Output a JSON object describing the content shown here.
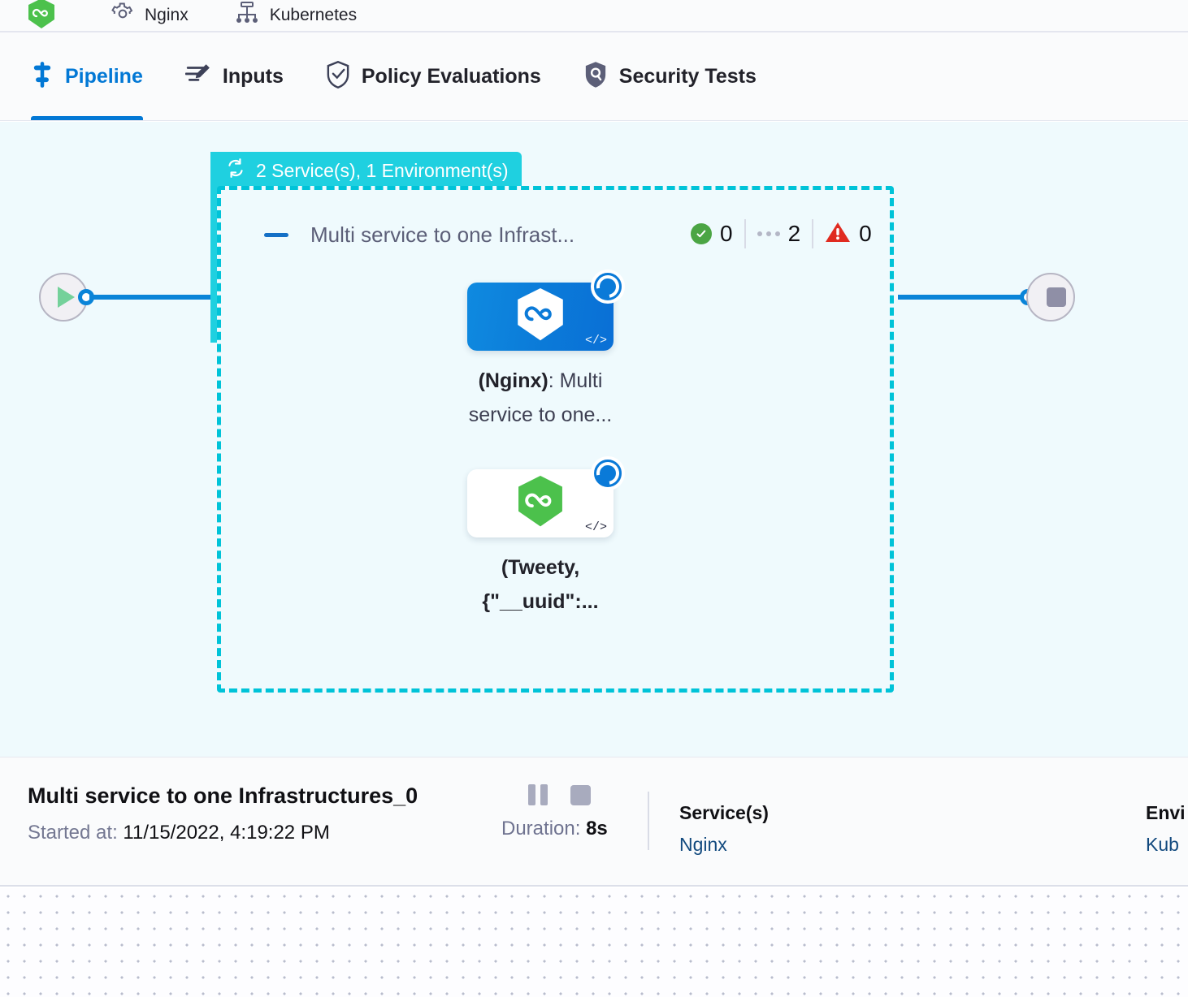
{
  "topbar": {
    "items": [
      {
        "icon": "hexagon-infinity-green-icon",
        "label": ""
      },
      {
        "icon": "gear-icon",
        "label": "Nginx"
      },
      {
        "icon": "kubernetes-icon",
        "label": "Kubernetes"
      }
    ]
  },
  "tabs": [
    {
      "id": "pipeline",
      "label": "Pipeline",
      "icon": "pipeline-icon",
      "active": true
    },
    {
      "id": "inputs",
      "label": "Inputs",
      "icon": "inputs-pencil-icon",
      "active": false
    },
    {
      "id": "policy-evaluations",
      "label": "Policy Evaluations",
      "icon": "shield-check-icon",
      "active": false
    },
    {
      "id": "security-tests",
      "label": "Security Tests",
      "icon": "shield-lock-icon",
      "active": false
    }
  ],
  "canvas": {
    "background_color": "#effafd",
    "start_node": {
      "name": "start-node",
      "icon": "play-icon"
    },
    "end_node": {
      "name": "end-node",
      "icon": "stop-icon"
    },
    "group": {
      "icon": "matrix-loop-icon",
      "label": "2 Service(s), 1 Environment(s)",
      "color": "#1fd0e0"
    },
    "stage": {
      "collapse_icon": "minus-collapse-icon",
      "title": "Multi service to one Infrast...",
      "border_color": "#00c3d8",
      "counters": {
        "success": "0",
        "running": "2",
        "failed": "0"
      }
    },
    "steps": [
      {
        "name": "step-nginx",
        "icon": "hexagon-infinity-white-icon",
        "code_tag": "</>",
        "status": "running",
        "label_bold": "(Nginx)",
        "label_rest": ": Multi service to one...",
        "card_style": "blue"
      },
      {
        "name": "step-tweety",
        "icon": "hexagon-infinity-green-icon",
        "code_tag": "</>",
        "status": "running",
        "label_bold": "(Tweety, {\"__uuid\":...",
        "label_rest": "",
        "card_style": "white"
      }
    ]
  },
  "detail": {
    "title": "Multi service to one Infrastructures_0",
    "started_label": "Started at:",
    "started_value": "11/15/2022, 4:19:22 PM",
    "pause_icon": "pause-icon",
    "stop_icon": "stop-icon",
    "duration_label": "Duration:",
    "duration_value": "8s",
    "services": {
      "label": "Service(s)",
      "value": "Nginx"
    },
    "environments": {
      "label": "Envi",
      "value": "Kub"
    }
  }
}
